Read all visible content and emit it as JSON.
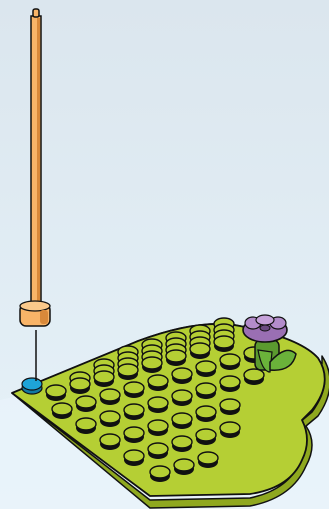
{
  "scene": {
    "kind": "building-instruction-step",
    "background_top_color": "#dbe6ee",
    "background_bottom_color": "#e6f2f9",
    "baseplate": {
      "shape": "heart",
      "color": "#b5cf34",
      "shade_color": "#8fa81f",
      "rows_of_studs": 8
    },
    "rod": {
      "color": "#f8b468",
      "shade_color": "#d9893a",
      "icon": "bar-rod"
    },
    "target_stud": {
      "color": "#1ea4d8",
      "icon": "highlighted-stud"
    },
    "flower": {
      "petal_color": "#9a6fb3",
      "stem_color": "#6ab23a",
      "icon": "flower-plant"
    }
  }
}
